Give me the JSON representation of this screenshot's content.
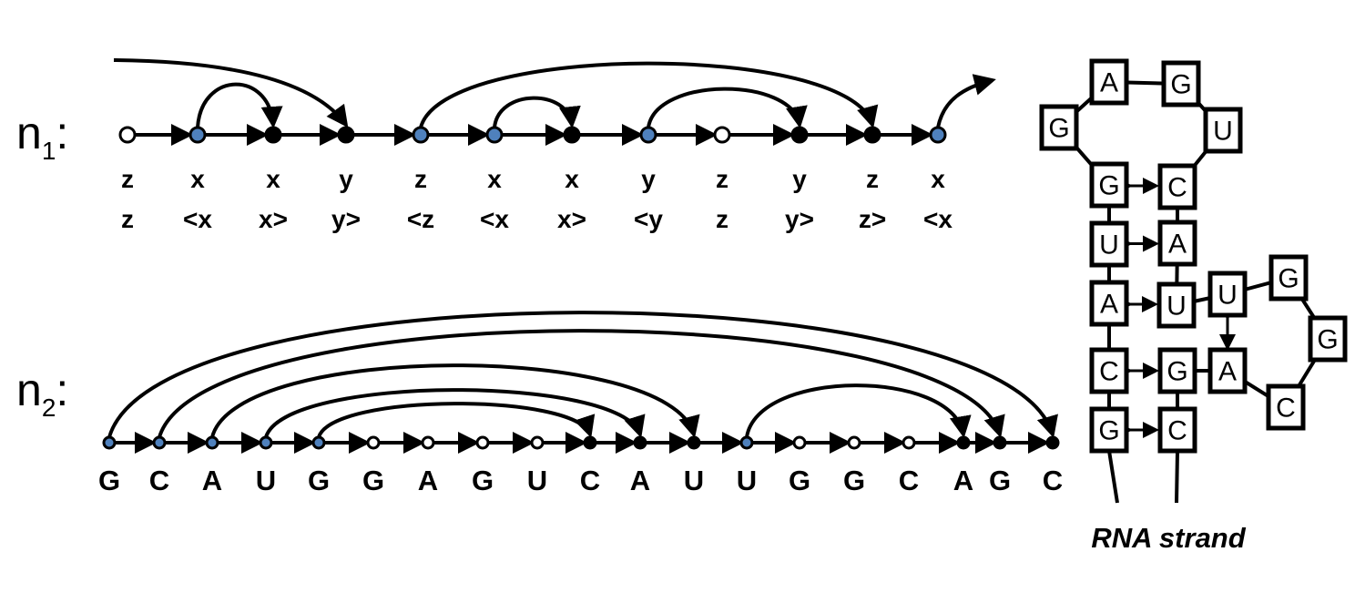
{
  "n1": {
    "label": "n",
    "subscript": "1",
    "colon": ":",
    "nodes": [
      {
        "type": "open",
        "sym": "z",
        "tag": "z"
      },
      {
        "type": "blue",
        "sym": "x",
        "tag": "<x"
      },
      {
        "type": "black",
        "sym": "x",
        "tag": "x>"
      },
      {
        "type": "black",
        "sym": "y",
        "tag": "y>"
      },
      {
        "type": "blue",
        "sym": "z",
        "tag": "<z"
      },
      {
        "type": "blue",
        "sym": "x",
        "tag": "<x"
      },
      {
        "type": "black",
        "sym": "x",
        "tag": "x>"
      },
      {
        "type": "blue",
        "sym": "y",
        "tag": "<y"
      },
      {
        "type": "open",
        "sym": "z",
        "tag": "z"
      },
      {
        "type": "black",
        "sym": "y",
        "tag": "y>"
      },
      {
        "type": "black",
        "sym": "z",
        "tag": "z>"
      },
      {
        "type": "blue",
        "sym": "x",
        "tag": "<x"
      }
    ],
    "arcs": [
      [
        1,
        2
      ],
      [
        4,
        10
      ],
      [
        5,
        6
      ],
      [
        7,
        9
      ]
    ],
    "incoming_arc_target": 3,
    "outgoing_arc_source": 11
  },
  "n2": {
    "label": "n",
    "subscript": "2",
    "colon": ":",
    "nodes": [
      {
        "type": "blue",
        "base": "G"
      },
      {
        "type": "blue",
        "base": "C"
      },
      {
        "type": "blue",
        "base": "A"
      },
      {
        "type": "blue",
        "base": "U"
      },
      {
        "type": "blue",
        "base": "G"
      },
      {
        "type": "open",
        "base": "G"
      },
      {
        "type": "open",
        "base": "A"
      },
      {
        "type": "open",
        "base": "G"
      },
      {
        "type": "open",
        "base": "U"
      },
      {
        "type": "black",
        "base": "C"
      },
      {
        "type": "black",
        "base": "A"
      },
      {
        "type": "black",
        "base": "U"
      },
      {
        "type": "blue",
        "base": "U"
      },
      {
        "type": "open",
        "base": "G"
      },
      {
        "type": "open",
        "base": "G"
      },
      {
        "type": "open",
        "base": "C"
      },
      {
        "type": "black",
        "base": "A"
      },
      {
        "type": "black",
        "base": "G"
      },
      {
        "type": "black",
        "base": "C"
      }
    ],
    "arcs": [
      [
        0,
        18
      ],
      [
        1,
        17
      ],
      [
        2,
        11
      ],
      [
        3,
        10
      ],
      [
        4,
        9
      ],
      [
        12,
        16
      ]
    ]
  },
  "rna": {
    "caption": "RNA strand",
    "bases": [
      "A",
      "G",
      "G",
      "U",
      "G",
      "C",
      "U",
      "A",
      "A",
      "U",
      "U",
      "G",
      "G",
      "A",
      "C",
      "C",
      "G",
      "G",
      "C"
    ]
  },
  "colors": {
    "blue": "#4f81bd",
    "black": "#000000",
    "open": "#ffffff"
  }
}
